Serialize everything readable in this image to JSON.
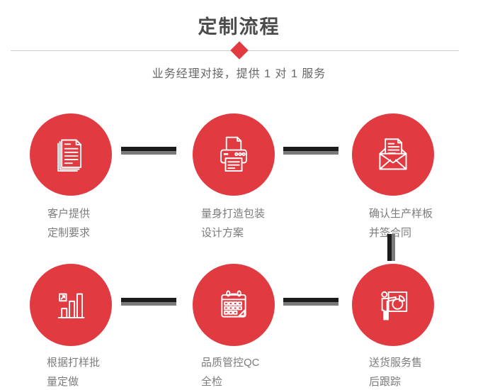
{
  "header": {
    "title": "定制流程",
    "subtitle": "业务经理对接，提供 1 对 1 服务"
  },
  "colors": {
    "accent_red": "#e23a41",
    "connector_dark": "#1b1b1b",
    "connector_gray": "#7a7a7a",
    "title_gray": "#4c4c4e",
    "label_gray": "#7c7c7c",
    "divider_gray": "#cccccc"
  },
  "steps": [
    {
      "icon": "documents-icon",
      "line1": "客户提供",
      "line2": "定制要求"
    },
    {
      "icon": "printer-icon",
      "line1": "量身打造包装",
      "line2": "设计方案"
    },
    {
      "icon": "envelope-icon",
      "line1": "确认生产样板",
      "line2": "并签合同"
    },
    {
      "icon": "bar-chart-icon",
      "line1": "根据打样批",
      "line2": "量定做"
    },
    {
      "icon": "calendar-icon",
      "line1": "品质管控QC",
      "line2": "全检"
    },
    {
      "icon": "presentation-icon",
      "line1": "送货服务售",
      "line2": "后跟踪"
    }
  ]
}
